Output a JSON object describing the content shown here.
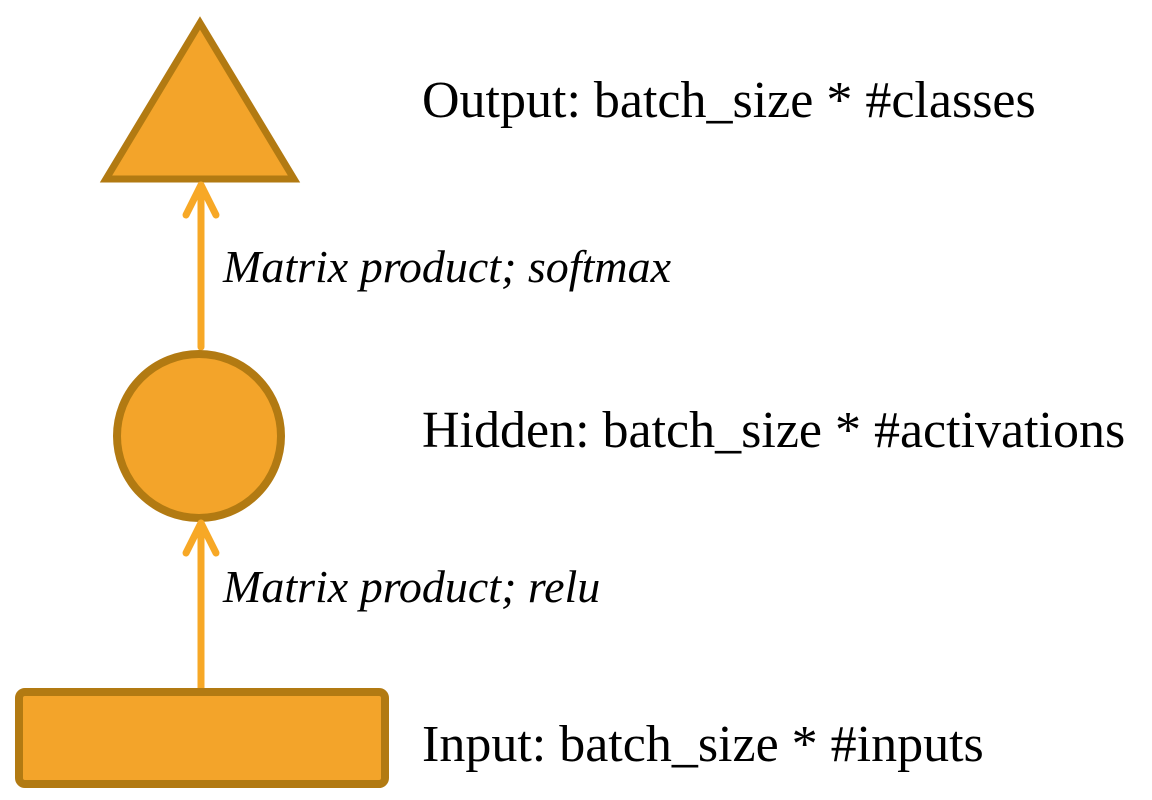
{
  "diagram": {
    "nodes": {
      "output": {
        "shape": "triangle",
        "label": "Output: batch_size * #classes"
      },
      "hidden": {
        "shape": "circle",
        "label": "Hidden: batch_size * #activations"
      },
      "input": {
        "shape": "rectangle",
        "label": "Input: batch_size * #inputs"
      }
    },
    "edges": {
      "hidden_to_output": {
        "from": "hidden",
        "to": "output",
        "label": "Matrix product; softmax"
      },
      "input_to_hidden": {
        "from": "input",
        "to": "hidden",
        "label": "Matrix product; relu"
      }
    }
  },
  "colors": {
    "node_fill": "#F3A42A",
    "node_stroke": "#B27A12",
    "arrow": "#F7A826",
    "label_text": "#000000",
    "background": "#FFFFFF"
  }
}
